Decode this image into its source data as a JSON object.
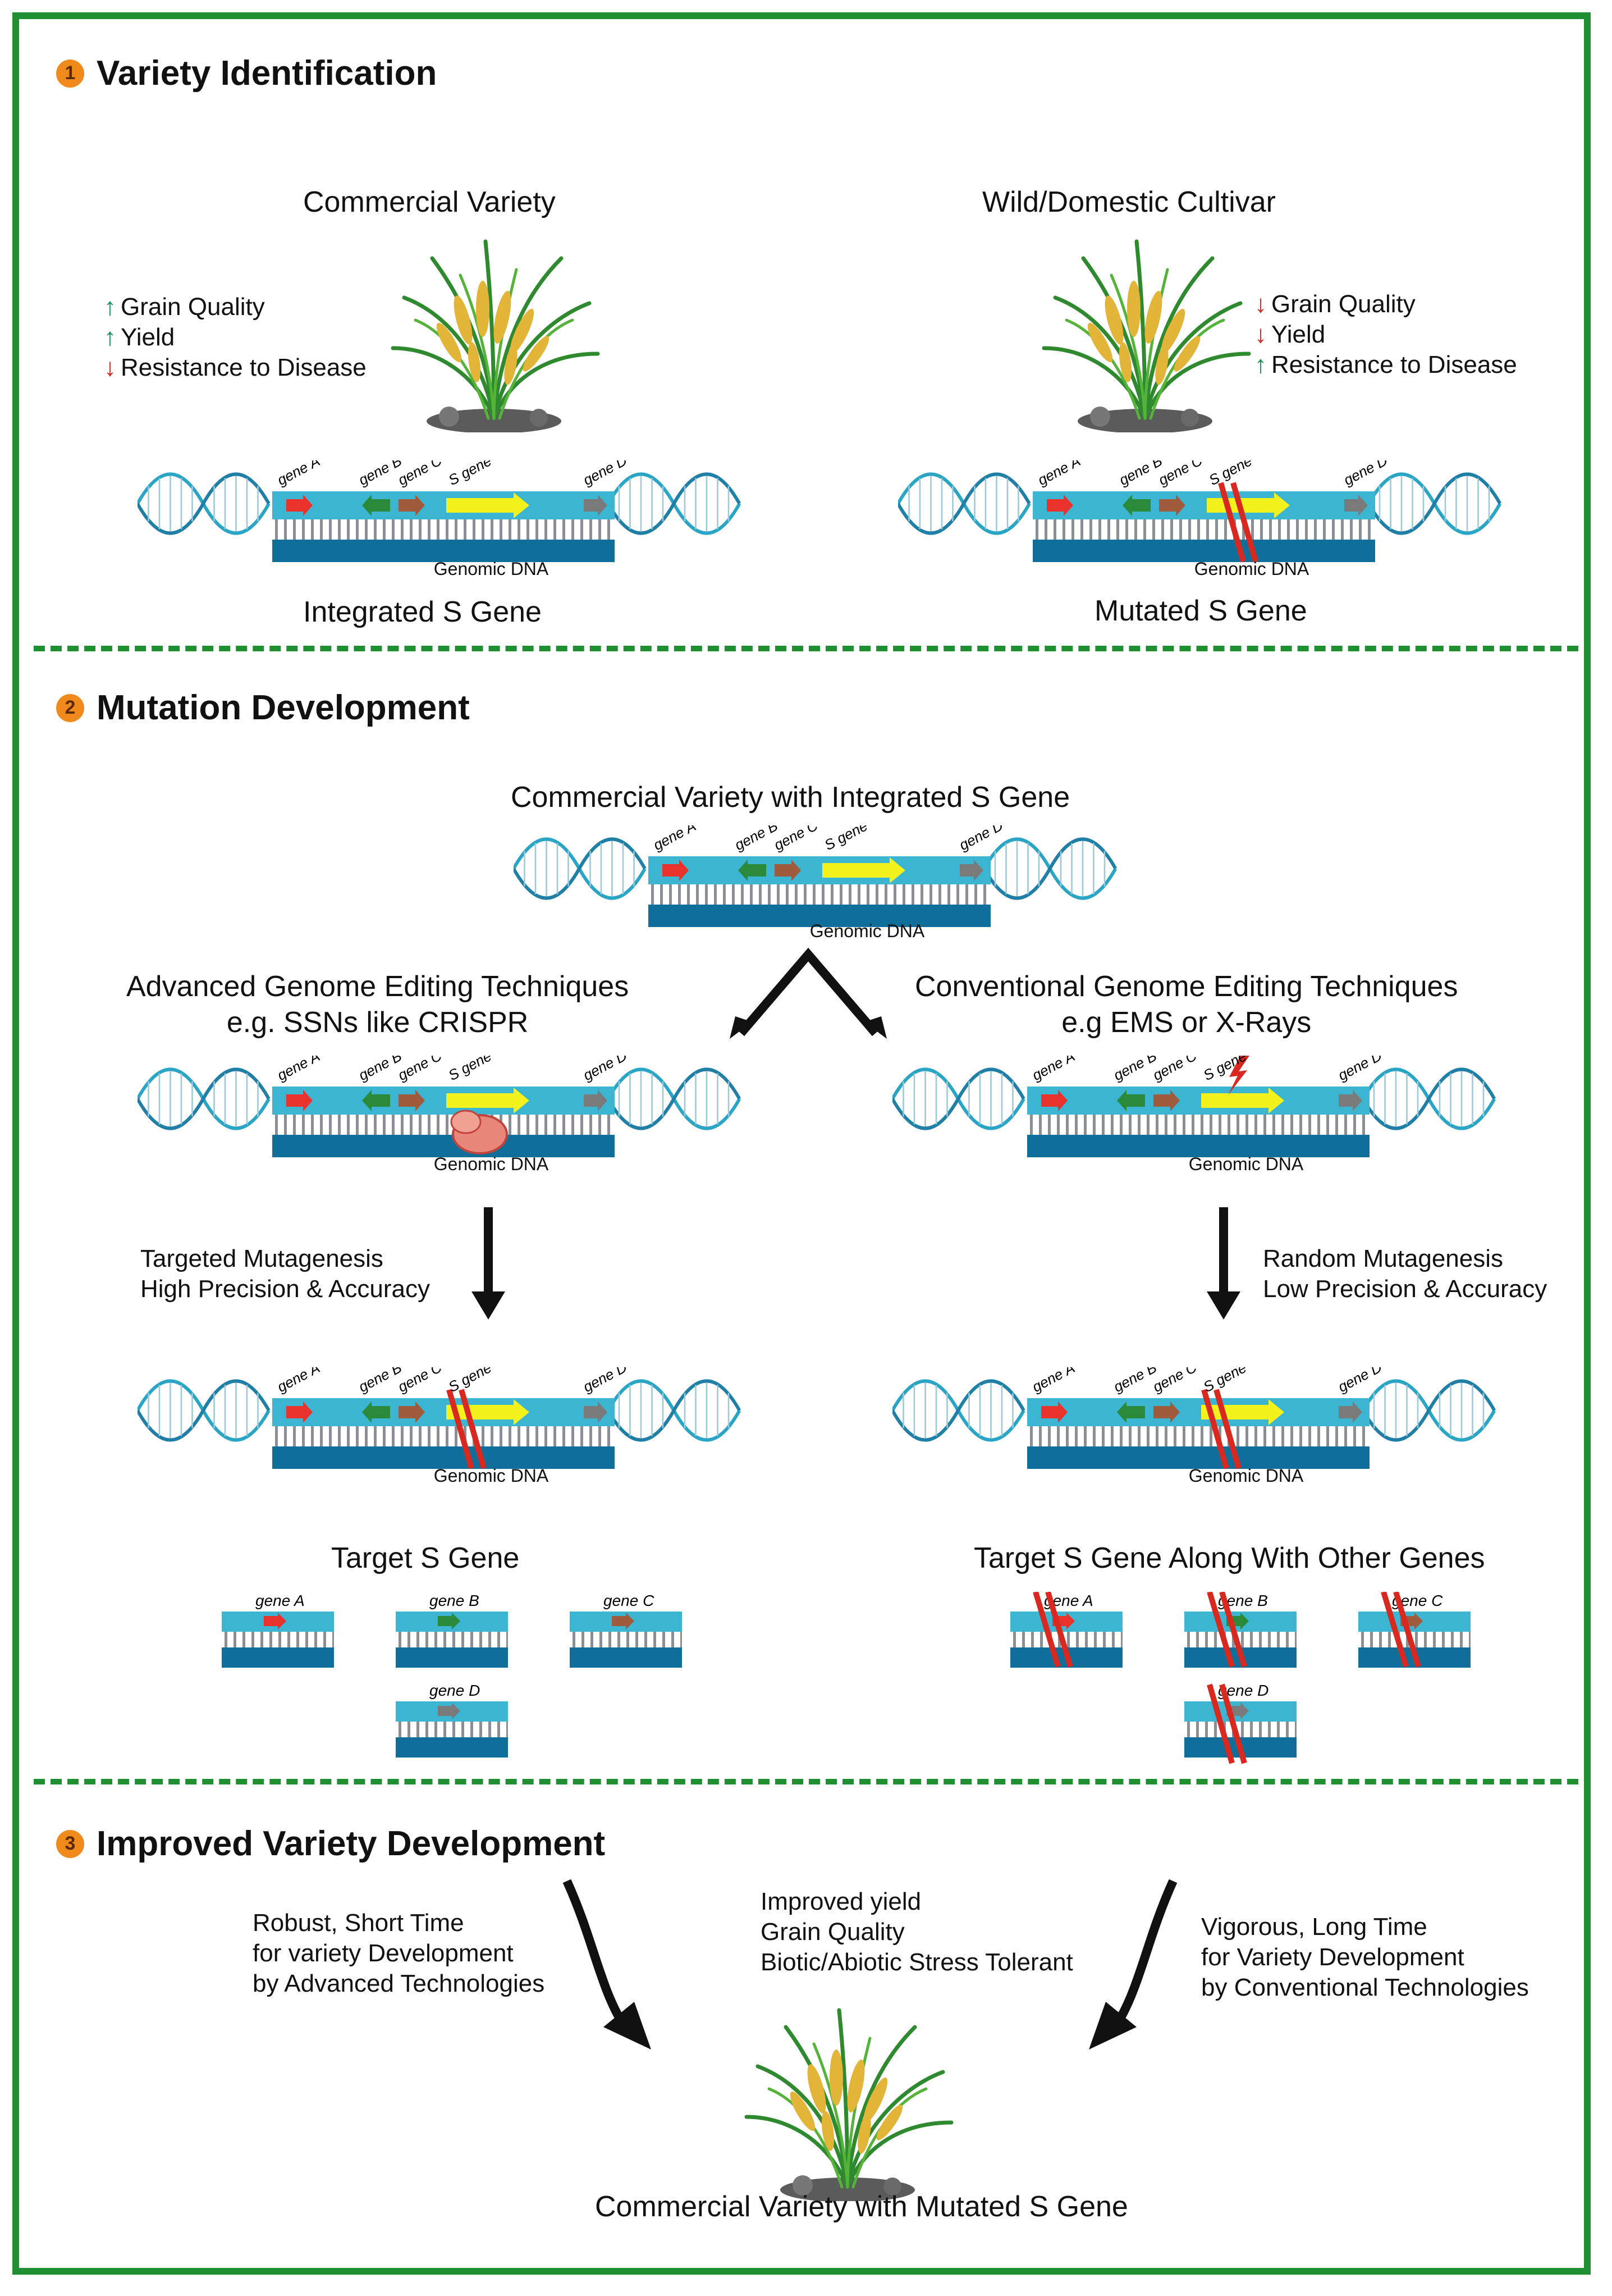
{
  "sections": [
    {
      "number": "1",
      "title": "Variety Identification"
    },
    {
      "number": "2",
      "title": "Mutation Development"
    },
    {
      "number": "3",
      "title": "Improved Variety Development"
    }
  ],
  "identification": {
    "commercial": {
      "title": "Commercial Variety",
      "traits": [
        {
          "dir": "up",
          "text": "Grain Quality"
        },
        {
          "dir": "up",
          "text": "Yield"
        },
        {
          "dir": "down",
          "text": "Resistance to Disease"
        }
      ],
      "caption": "Integrated S Gene"
    },
    "wild": {
      "title": "Wild/Domestic Cultivar",
      "traits": [
        {
          "dir": "down",
          "text": "Grain Quality"
        },
        {
          "dir": "down",
          "text": "Yield"
        },
        {
          "dir": "up",
          "text": "Resistance to Disease"
        }
      ],
      "caption": "Mutated S Gene"
    }
  },
  "dna": {
    "genomic_label": "Genomic DNA",
    "genes": [
      "gene A",
      "gene B",
      "gene C",
      "S gene",
      "gene D"
    ]
  },
  "mutation": {
    "source_title": "Commercial Variety with Integrated S Gene",
    "advanced": {
      "title_line1": "Advanced Genome Editing Techniques",
      "title_line2": "e.g. SSNs like CRISPR",
      "desc_line1": "Targeted Mutagenesis",
      "desc_line2": "High Precision & Accuracy",
      "result": "Target S Gene"
    },
    "conventional": {
      "title_line1": "Conventional Genome Editing Techniques",
      "title_line2": "e.g EMS or X-Rays",
      "desc_line1": "Random Mutagenesis",
      "desc_line2": "Low Precision & Accuracy",
      "result": "Target S Gene Along With Other Genes"
    }
  },
  "improved": {
    "left_lines": [
      "Robust, Short Time",
      "for variety Development",
      "by Advanced Technologies"
    ],
    "center_lines": [
      "Improved yield",
      "Grain Quality",
      "Biotic/Abiotic Stress Tolerant"
    ],
    "right_lines": [
      "Vigorous, Long Time",
      "for Variety Development",
      "by Conventional Technologies"
    ],
    "caption": "Commercial Variety with Mutated S Gene"
  },
  "colors": {
    "frame": "#1f8f32",
    "badge": "#f08a1c",
    "dna_light": "#3cb5d3",
    "dna_dark": "#0f6e9a",
    "gene_a": "#e8322b",
    "gene_b": "#2a8a3a",
    "gene_c": "#a05a3c",
    "s_gene": "#f4f21c",
    "gene_d": "#7a7a7a",
    "mutation": "#d8281f"
  },
  "icons": [
    "rice-plant-icon",
    "dna-helix-icon",
    "crispr-nuclease-icon",
    "radiation-bolt-icon",
    "mutation-slash-icon"
  ]
}
